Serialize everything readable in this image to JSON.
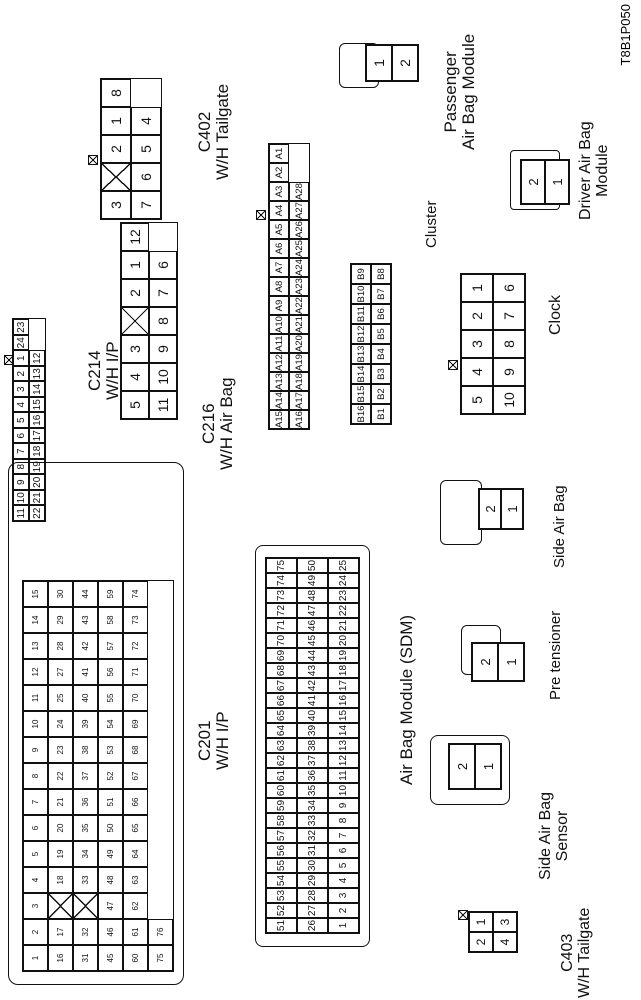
{
  "figure_id": "T8B1P050",
  "labels": {
    "c201": [
      "C201",
      "W/H I/P"
    ],
    "c214": [
      "C214",
      "W/H I/P"
    ],
    "c216": [
      "C216",
      "W/H Air Bag"
    ],
    "c402": [
      "C402",
      "W/H Tailgate"
    ],
    "c403": [
      "C403",
      "W/H Tailgate"
    ],
    "cluster": "Cluster",
    "passenger_airbag": [
      "Passenger",
      "Air Bag Module"
    ],
    "driver_airbag": [
      "Driver Air Bag",
      "Module"
    ],
    "clock": "Clock",
    "side_airbag": "Side Air Bag",
    "pretensioner": "Pre tensioner",
    "side_airbag_sensor": [
      "Side Air Bag",
      "Sensor"
    ],
    "sdm": "Air Bag Module (SDM)"
  },
  "connectors": {
    "c214": [
      [
        "11",
        "10",
        "9",
        "8",
        "7",
        "6",
        "5",
        "4",
        "3",
        "2",
        "1"
      ],
      [
        "24",
        "23",
        "22",
        "21",
        "20",
        "19",
        "18",
        "17",
        "16",
        "15",
        "14",
        "13",
        "12"
      ]
    ],
    "c402": [
      [
        "3",
        "X",
        "2",
        "1"
      ],
      [
        "8",
        "7",
        "6",
        "5",
        "4"
      ]
    ],
    "c216": [
      [
        "5",
        "4",
        "3",
        "X",
        "2",
        "1"
      ],
      [
        "12",
        "11",
        "10",
        "9",
        "8",
        "7",
        "6"
      ]
    ],
    "cluster_a": [
      [
        "A15",
        "A14",
        "A13",
        "A12",
        "A11",
        "A10",
        "A9",
        "A8",
        "A7",
        "A6",
        "A5",
        "A4",
        "A3",
        "A2",
        "A1"
      ],
      [
        "A16",
        "A17",
        "A18",
        "A19",
        "A20",
        "A21",
        "A22",
        "A23",
        "A24",
        "A25",
        "A26",
        "A27",
        "A28"
      ]
    ],
    "cluster_b": [
      [
        "B16",
        "B15",
        "B14",
        "B13",
        "B12",
        "B11",
        "B10",
        "B9"
      ],
      [
        "B1",
        "B2",
        "B3",
        "B4",
        "B5",
        "B6",
        "B7",
        "B8"
      ]
    ],
    "passenger_airbag": [
      [
        "1"
      ],
      [
        "2"
      ]
    ],
    "driver_airbag": [
      [
        "2"
      ],
      [
        "1"
      ]
    ],
    "clock": [
      [
        "5",
        "4",
        "3",
        "2",
        "1"
      ],
      [
        "10",
        "9",
        "8",
        "7",
        "6"
      ]
    ],
    "side_airbag": [
      [
        "2"
      ],
      [
        "1"
      ]
    ],
    "pretensioner": [
      [
        "2"
      ],
      [
        "1"
      ]
    ],
    "side_airbag_sensor": [
      [
        "2"
      ],
      [
        "1"
      ]
    ],
    "c403": [
      [
        "2",
        "1"
      ],
      [
        "4",
        "3"
      ]
    ],
    "sdm": [
      [
        "51",
        "52",
        "53",
        "54",
        "55",
        "56",
        "57",
        "58",
        "59",
        "60",
        "61",
        "62",
        "63",
        "64",
        "65",
        "66",
        "67",
        "68",
        "69",
        "70",
        "71",
        "72",
        "73",
        "74",
        "75"
      ],
      [
        "26",
        "27",
        "28",
        "29",
        "30",
        "31",
        "32",
        "33",
        "34",
        "35",
        "36",
        "37",
        "38",
        "39",
        "40",
        "41",
        "42",
        "43",
        "44",
        "45",
        "46",
        "47",
        "48",
        "49",
        "50"
      ],
      [
        "1",
        "2",
        "3",
        "4",
        "5",
        "6",
        "7",
        "8",
        "9",
        "10",
        "11",
        "12",
        "13",
        "14",
        "15",
        "16",
        "17",
        "18",
        "19",
        "20",
        "21",
        "22",
        "23",
        "24",
        "25"
      ]
    ],
    "c201": [
      [
        "1",
        "2",
        "3",
        "4",
        "5",
        "6",
        "7",
        "8",
        "9",
        "10",
        "11",
        "12",
        "13",
        "14",
        "15"
      ],
      [
        "16",
        "17",
        "X",
        "18",
        "19",
        "20",
        "21",
        "22",
        "23",
        "24",
        "25"
      ],
      [
        "27",
        "28",
        "29",
        "30",
        "31",
        "32",
        "X",
        "33",
        "34",
        "35",
        "36",
        "37",
        "38"
      ],
      [
        "39",
        "40",
        "41",
        "42",
        "43",
        "44",
        "45",
        "46",
        "47",
        "48",
        "49",
        "50"
      ],
      [
        "51",
        "52",
        "53",
        "54",
        "55",
        "56",
        "57",
        "58",
        "59",
        "60",
        "61"
      ],
      [
        "62",
        "63",
        "64",
        "65",
        "66",
        "67",
        "68",
        "69",
        "70",
        "71",
        "72",
        "73",
        "74",
        "75",
        "76"
      ]
    ]
  }
}
